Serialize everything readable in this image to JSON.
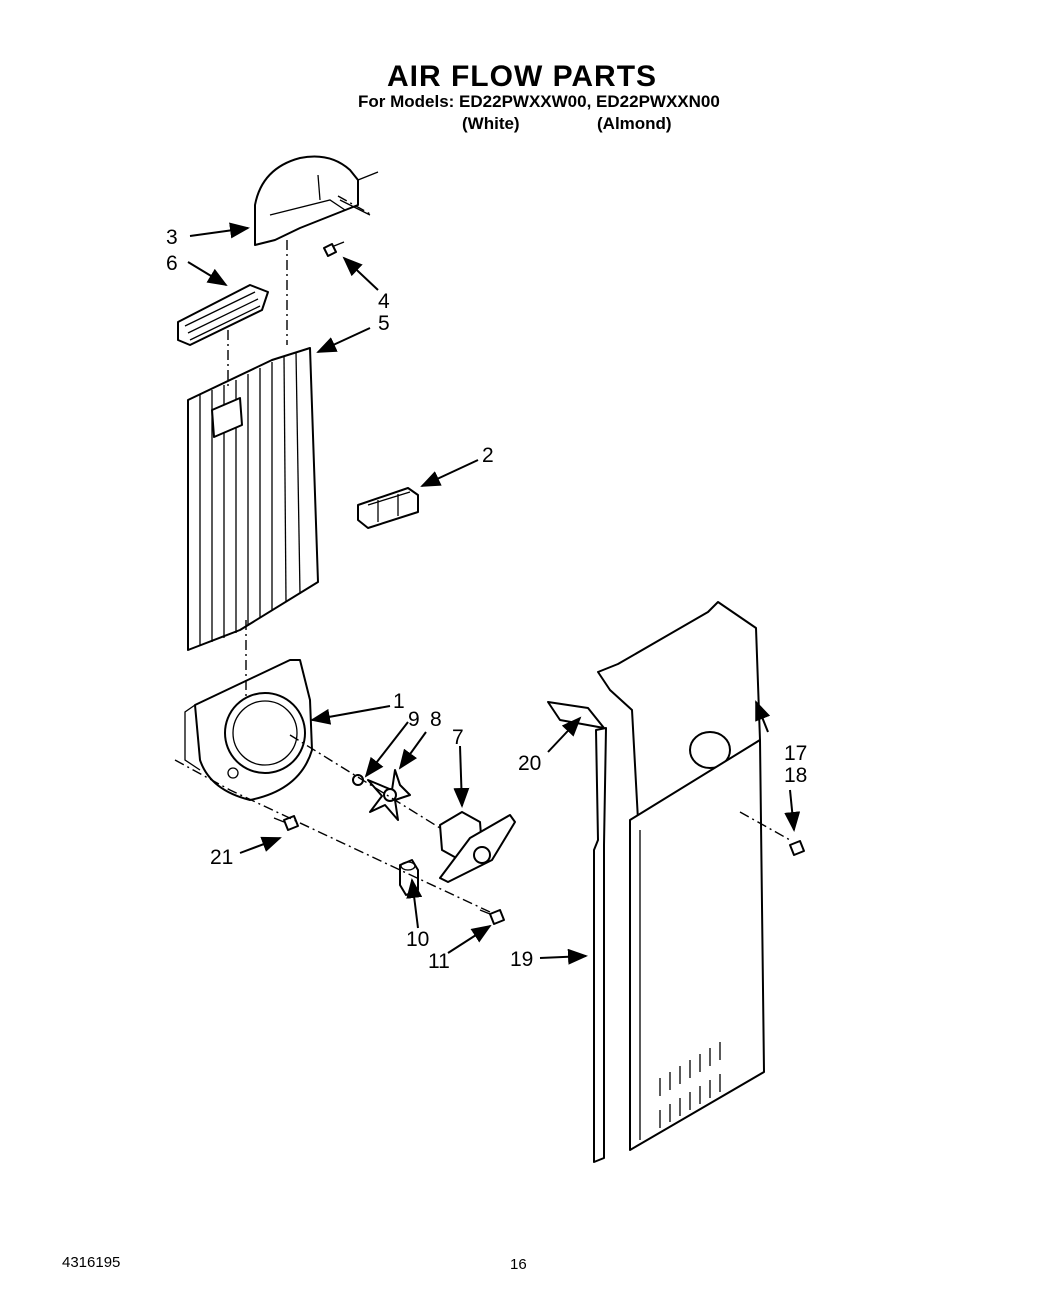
{
  "header": {
    "title": "AIR FLOW PARTS",
    "models_line": "For Models: ED22PWXXW00, ED22PWXXN00",
    "variant_white": "(White)",
    "variant_almond": "(Almond)"
  },
  "callouts": {
    "c1": "1",
    "c2": "2",
    "c3": "3",
    "c4": "4",
    "c5": "5",
    "c6": "6",
    "c7": "7",
    "c8": "8",
    "c9": "9",
    "c10": "10",
    "c11": "11",
    "c17": "17",
    "c18": "18",
    "c19": "19",
    "c20": "20",
    "c21": "21"
  },
  "footer": {
    "doc_number": "4316195",
    "page_number": "16"
  }
}
